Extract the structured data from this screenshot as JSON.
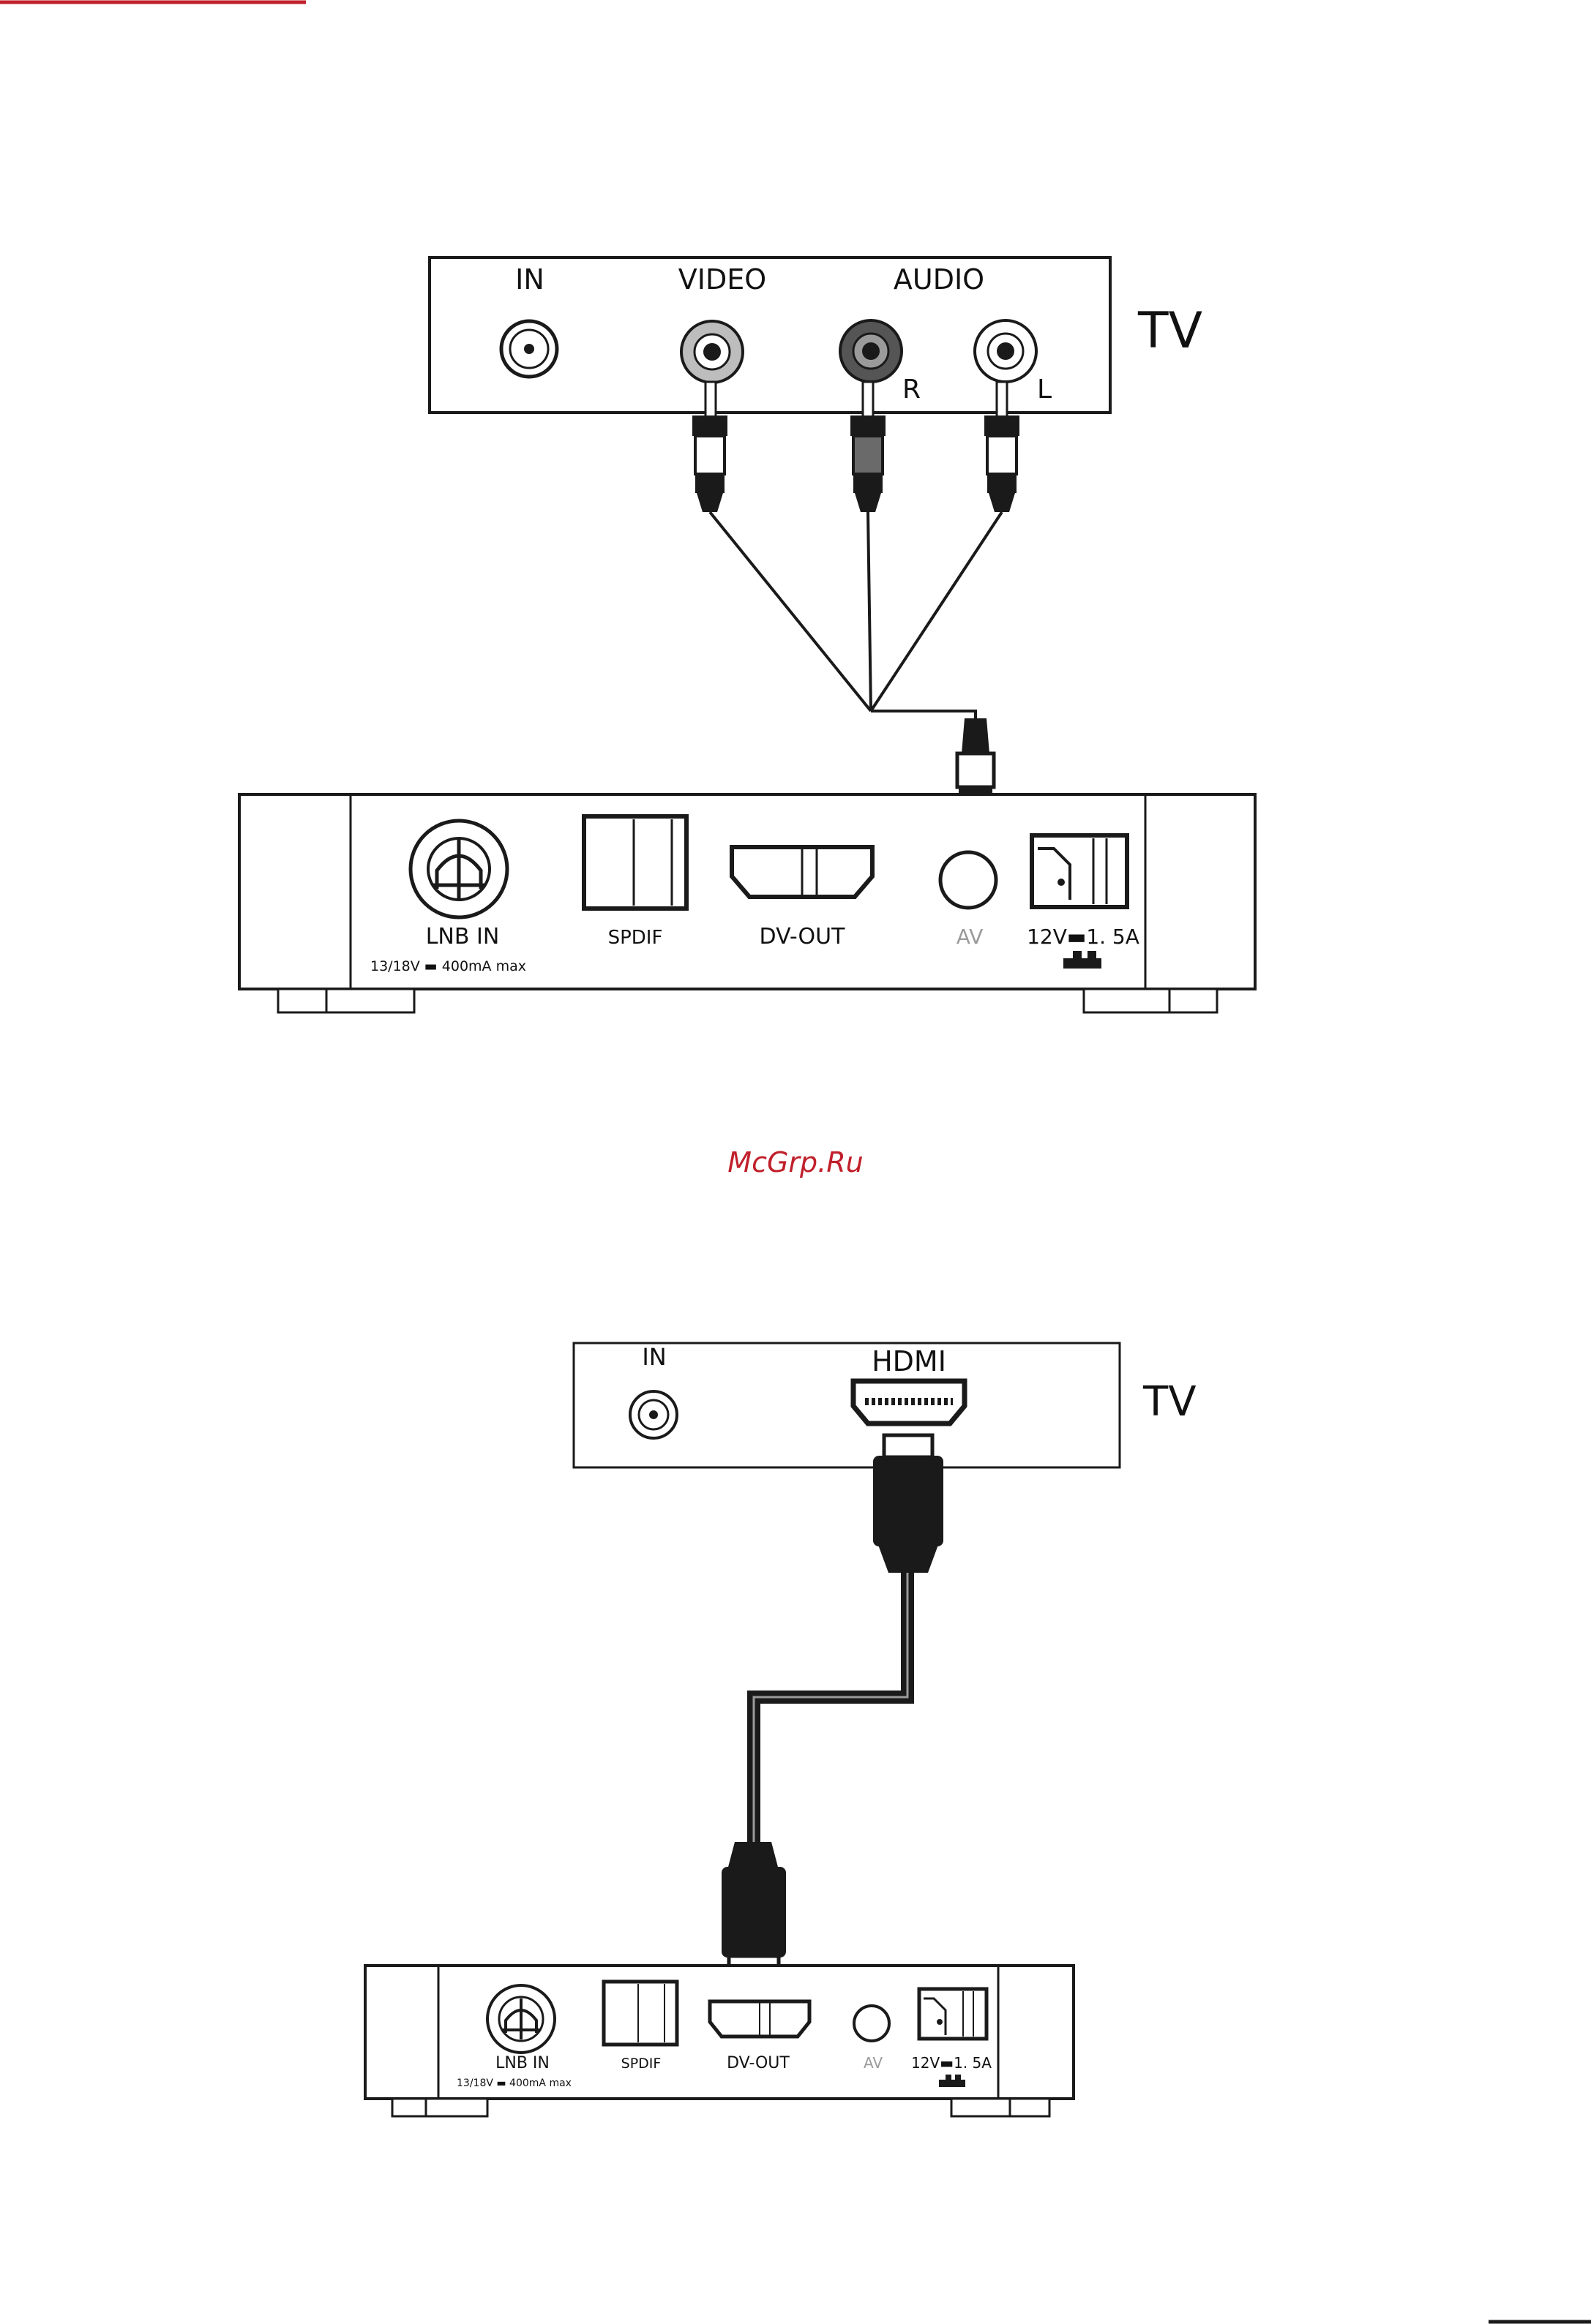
{
  "colors": {
    "ink": "#1a1a1a",
    "accent": "#c0202b",
    "muted": "#9a9a9a",
    "plug_gray": "#8a8a8a"
  },
  "watermark": "McGrp.Ru",
  "diagram_av": {
    "tv": {
      "name": "TV",
      "port_in": "IN",
      "port_video": "VIDEO",
      "port_audio": "AUDIO",
      "channel_r": "R",
      "channel_l": "L"
    },
    "receiver": {
      "lnb_in": "LNB IN",
      "lnb_spec": "13/18V ▬ 400mA max",
      "spdif": "SPDIF",
      "dv_out": "DV-OUT",
      "av": "AV",
      "power": "12V▬1. 5A"
    }
  },
  "diagram_hdmi": {
    "tv": {
      "name": "TV",
      "port_in": "IN",
      "port_hdmi": "HDMI"
    },
    "receiver": {
      "lnb_in": "LNB IN",
      "lnb_spec": "13/18V ▬ 400mA max",
      "spdif": "SPDIF",
      "dv_out": "DV-OUT",
      "av": "AV",
      "power": "12V▬1. 5A"
    }
  }
}
